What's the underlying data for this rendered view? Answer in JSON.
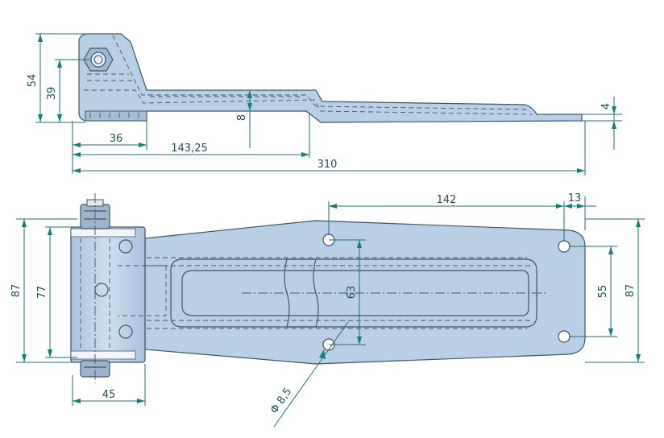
{
  "top_view": {
    "dims": {
      "height_total": "54",
      "height_axis": "39",
      "thickness_offset": "8",
      "plate_thickness": "4",
      "knuckle_width": "36",
      "bend_position": "143,25",
      "overall_length": "310"
    }
  },
  "front_view": {
    "dims": {
      "left_height_outer": "87",
      "left_height_inner": "77",
      "hole_spacing_inner": "63",
      "hole_distance_x": "142",
      "edge_distance": "13",
      "right_hole_spacing": "55",
      "right_height": "87",
      "knuckle_length": "45",
      "hole_diameter": "Φ 8,5"
    }
  },
  "colors": {
    "part_fill": "#b9cfe6",
    "part_stroke": "#3e5568",
    "dimension_color": "#1f6f6f"
  }
}
